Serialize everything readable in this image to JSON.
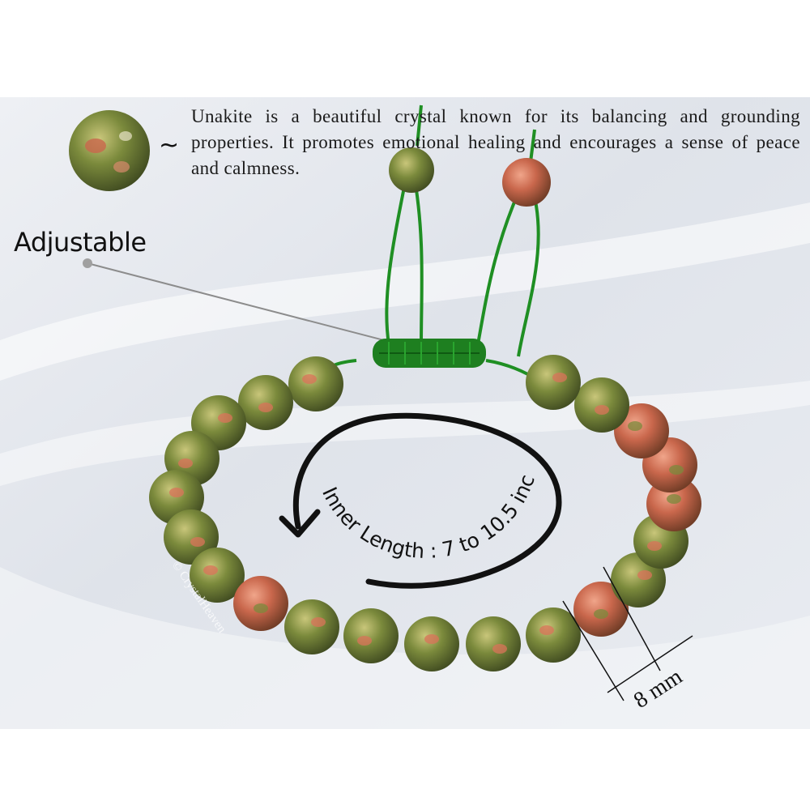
{
  "description": "Unakite is a beautiful crystal known for its balancing and grounding properties. It promotes emotional healing and encourages a sense of peace and calmness.",
  "tilde": "~",
  "callout": {
    "label": "Adjustable"
  },
  "measure": {
    "inner_length": "Inner Length : 7 to 10.5 inch",
    "bead_size": "8 mm"
  },
  "watermark": "© CrystalHeaven",
  "colors": {
    "cord": "#1f8f23",
    "bead_green": "#7a8f3a",
    "bead_pink": "#d9735a",
    "text": "#111111"
  }
}
